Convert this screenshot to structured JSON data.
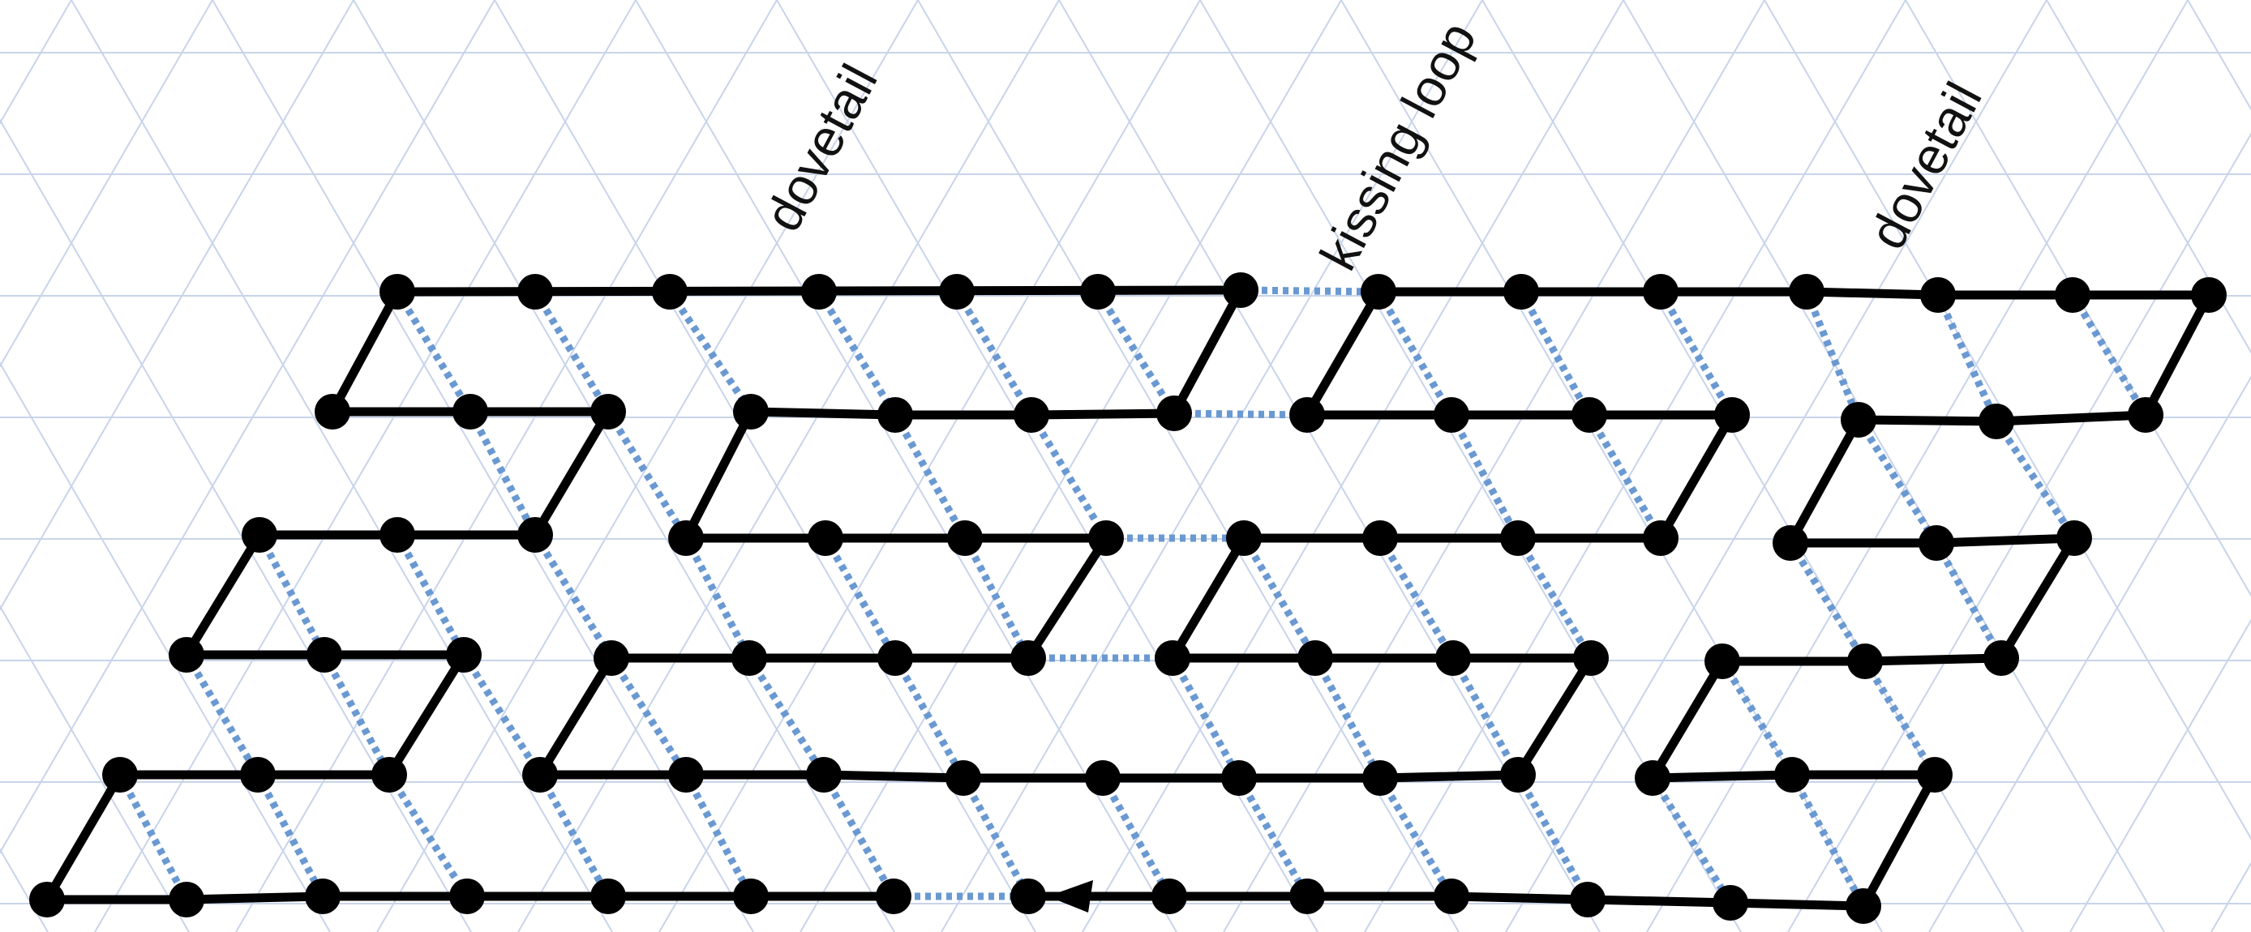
{
  "labels": {
    "left": "dovetail",
    "middle": "kissing loop",
    "right": "dovetail"
  },
  "colors": {
    "background": "#ffffff",
    "grid": "#c8d4ea",
    "strand": "#000000",
    "node": "#000000",
    "pairing": "#6a99d2"
  },
  "legend": {
    "strand": "backbone strand path",
    "pairing": "dashed base-pair lines",
    "arrow": "strand direction arrow"
  }
}
